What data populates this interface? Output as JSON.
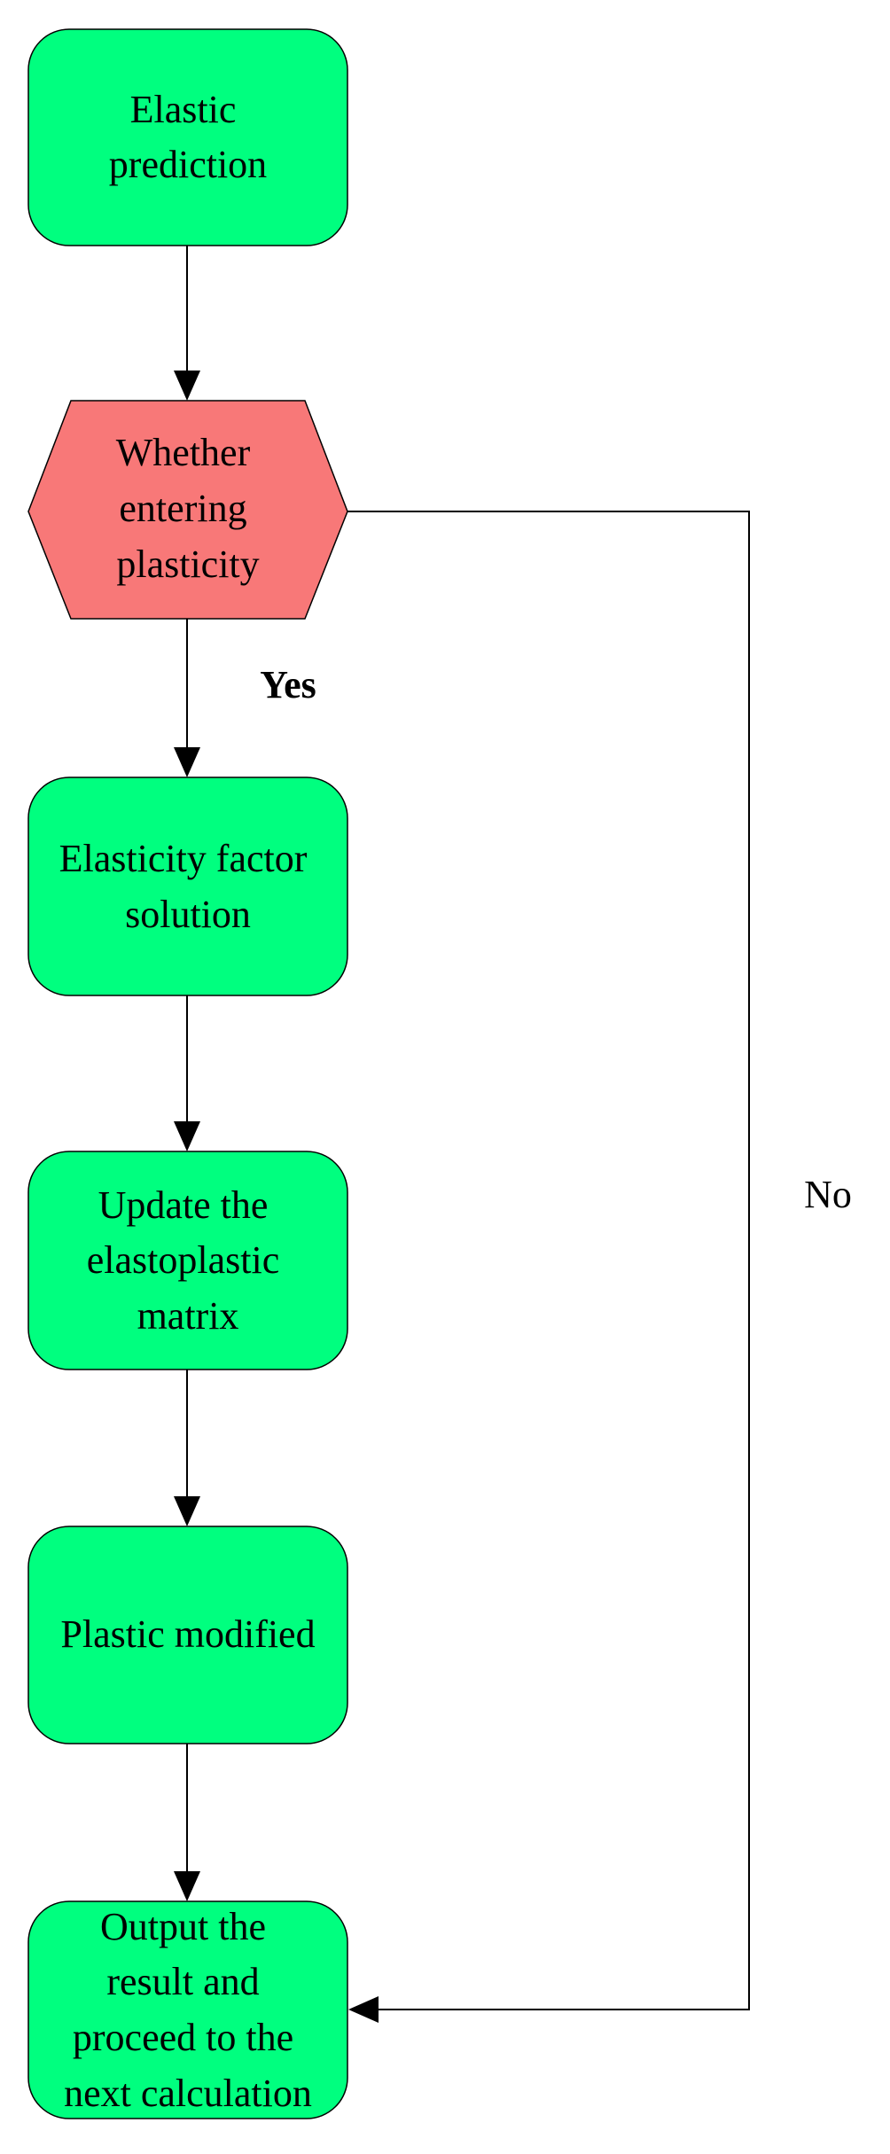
{
  "colors": {
    "process_fill": "#00FF7F",
    "decision_fill": "#F87878",
    "stroke": "#000000"
  },
  "nodes": {
    "elastic_prediction": {
      "lines": [
        "Elastic",
        "prediction"
      ]
    },
    "decision": {
      "lines": [
        "Whether",
        "entering",
        "plasticity"
      ]
    },
    "elasticity_factor": {
      "lines": [
        "Elasticity factor",
        "solution"
      ]
    },
    "update_matrix": {
      "lines": [
        "Update the",
        "elastoplastic",
        "matrix"
      ]
    },
    "plastic_modified": {
      "lines": [
        "Plastic modified"
      ]
    },
    "output": {
      "lines": [
        "Output the",
        "result and",
        "proceed to the",
        "next calculation"
      ]
    }
  },
  "edge_labels": {
    "yes": "Yes",
    "no": "No"
  }
}
